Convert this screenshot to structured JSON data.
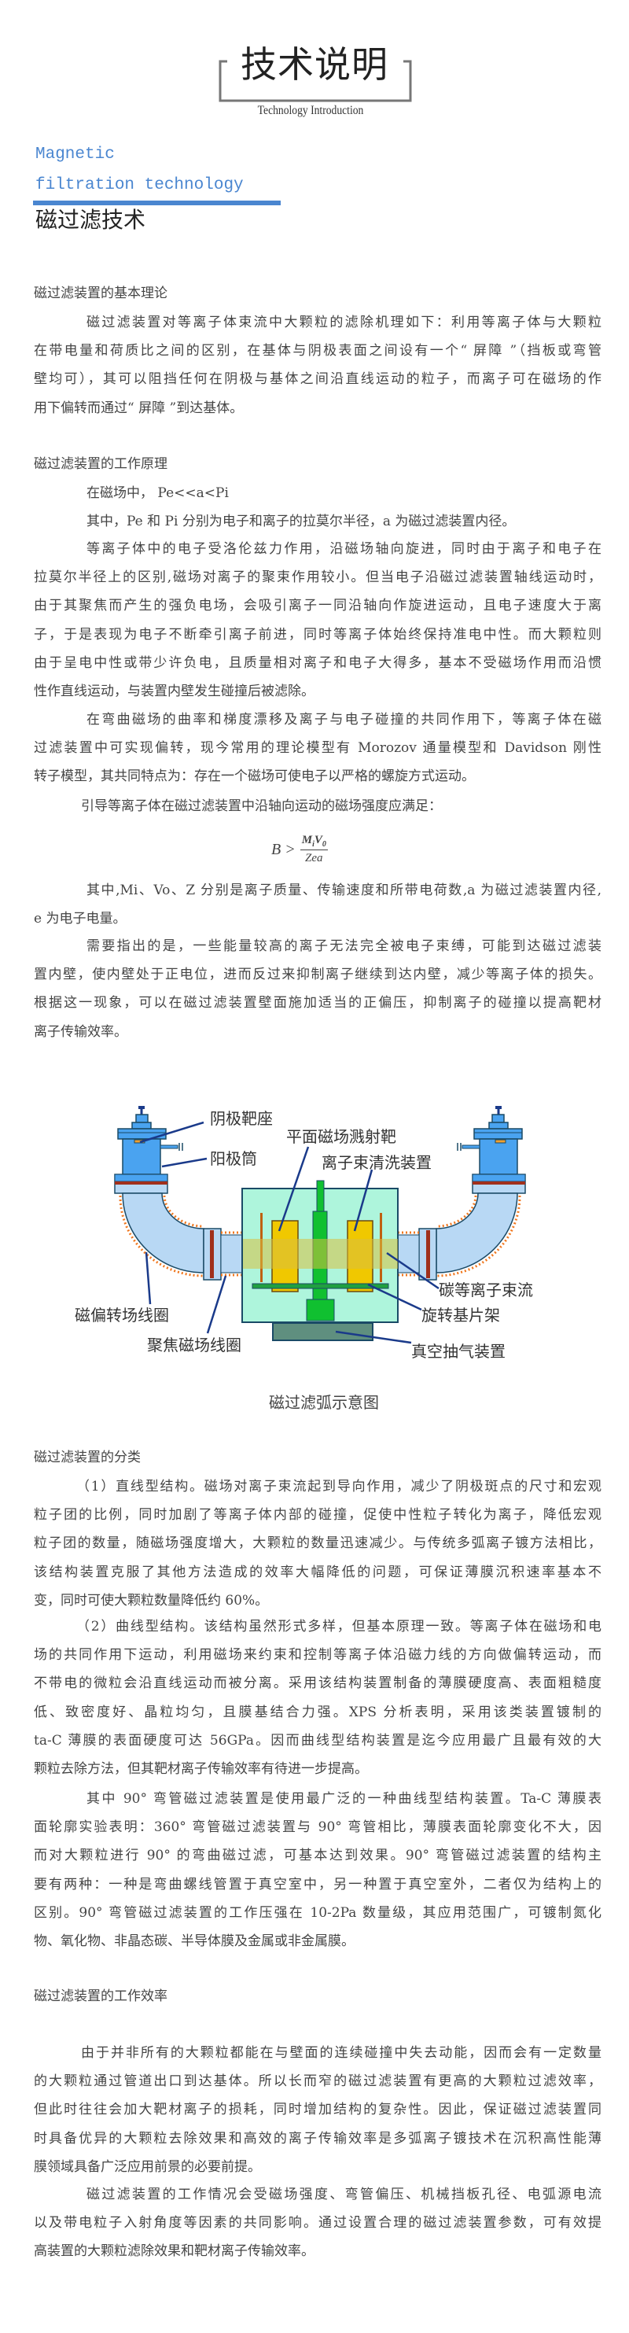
{
  "header": {
    "title": "技术说明",
    "subtitle": "Technology Introduction",
    "section_en_line1": "Magnetic",
    "section_en_line2": "filtration technology",
    "section_cn": "磁过滤技术",
    "accent_color": "#4a86d0"
  },
  "content": [
    {
      "type": "heading",
      "text": "磁过滤装置的基本理论"
    },
    {
      "type": "paragraph",
      "lines": [
        "磁过滤装置对等离子体束流中大颗粒的滤除机理如下：利用等离子体与大颗粒",
        "在带电量和荷质比之间的区别，在基体与阴极表面之间设有一个“ 屏障 ”（挡板或弯管",
        "壁均可），其可以阻挡任何在阴极与基体之间沿直线运动的粒子，而离子可在磁场的作",
        "用下偏转而通过“ 屏障 ”到达基体。"
      ]
    },
    {
      "type": "heading",
      "text": "磁过滤装置的工作原理"
    },
    {
      "type": "paragraph",
      "lines": [
        "在磁场中， Pe<<a<Pi"
      ]
    },
    {
      "type": "paragraph",
      "lines": [
        "其中，Pe 和 Pi 分别为电子和离子的拉莫尔半径，a 为磁过滤装置内径。"
      ]
    },
    {
      "type": "paragraph",
      "lines": [
        "等离子体中的电子受洛伦兹力作用，沿磁场轴向旋进，同时由于离子和电子在",
        "拉莫尔半径上的区别,磁场对离子的聚束作用较小。但当电子沿磁过滤装置轴线运动时，",
        "由于其聚焦而产生的强负电场，会吸引离子一同沿轴向作旋进运动，且电子速度大于离",
        "子，于是表现为电子不断牵引离子前进，同时等离子体始终保持准电中性。而大颗粒则",
        "由于呈电中性或带少许负电，且质量相对离子和电子大得多，基本不受磁场作用而沿惯",
        "性作直线运动，与装置内壁发生碰撞后被滤除。"
      ]
    },
    {
      "type": "paragraph",
      "lines": [
        "在弯曲磁场的曲率和梯度漂移及离子与电子碰撞的共同作用下，等离子体在磁",
        "过滤装置中可实现偏转，现今常用的理论模型有 Morozov 通量模型和 Davidson 刚性",
        "转子模型，其共同特点为：存在一个磁场可使电子以严格的螺旋方式运动。"
      ]
    },
    {
      "type": "paragraph",
      "lines": [
        "引导等离子体在磁过滤装置中沿轴向运动的磁场强度应满足："
      ]
    },
    {
      "type": "paragraph",
      "lines": [
        "其中,Mi、Vo、Z 分别是离子质量、传输速度和所带电荷数,a 为磁过滤装置内径,",
        "e 为电子电量。"
      ]
    },
    {
      "type": "paragraph",
      "lines": [
        "需要指出的是，一些能量较高的离子无法完全被电子束缚，可能到达磁过滤装",
        "置内壁，使内壁处于正电位，进而反过来抑制离子继续到达内壁，减少等离子体的损失。",
        "根据这一现象，可以在磁过滤装置壁面施加适当的正偏压，抑制离子的碰撞以提高靶材",
        "离子传输效率。"
      ]
    },
    {
      "type": "heading",
      "text": "磁过滤装置的分类"
    },
    {
      "type": "paragraph",
      "lines": [
        "（1）直线型结构。磁场对离子束流起到导向作用，减少了阴极斑点的尺寸和宏观",
        "粒子团的比例，同时加剧了等离子体内部的碰撞，促使中性粒子转化为离子，降低宏观",
        "粒子团的数量，随磁场强度增大，大颗粒的数量迅速减少。与传统多弧离子镀方法相比，",
        "该结构装置克服了其他方法造成的效率大幅降低的问题，可保证薄膜沉积速率基本不",
        "变，同时可使大颗粒数量降低约 60%。"
      ]
    },
    {
      "type": "paragraph",
      "lines": [
        "（2）曲线型结构。该结构虽然形式多样，但基本原理一致。等离子体在磁场和电",
        "场的共同作用下运动，利用磁场来约束和控制等离子体沿磁力线的方向做偏转运动，而",
        "不带电的微粒会沿直线运动而被分离。采用该结构装置制备的薄膜硬度高、表面粗糙度",
        "低、致密度好、晶粒均匀，且膜基结合力强。XPS 分析表明，采用该类装置镀制的",
        "ta-C 薄膜的表面硬度可达 56GPa。因而曲线型结构装置是迄今应用最广且最有效的大",
        "颗粒去除方法，但其靶材离子传输效率有待进一步提高。"
      ]
    },
    {
      "type": "paragraph",
      "lines": [
        "其中 90° 弯管磁过滤装置是使用最广泛的一种曲线型结构装置。Ta-C 薄膜表",
        "面轮廓实验表明：360° 弯管磁过滤装置与 90° 弯管相比，薄膜表面轮廓变化不大，因",
        "而对大颗粒进行 90° 的弯曲磁过滤，可基本达到效果。90° 弯管磁过滤装置的结构主",
        "要有两种：一种是弯曲螺线管置于真空室中，另一种置于真空室外，二者仅为结构上的",
        "区别。90° 弯管磁过滤装置的工作压强在 10-2Pa 数量级，其应用范围广，可镀制氮化",
        "物、氧化物、非晶态碳、半导体膜及金属或非金属膜。"
      ]
    },
    {
      "type": "heading",
      "text": "磁过滤装置的工作效率"
    },
    {
      "type": "paragraph",
      "lines": [
        "由于并非所有的大颗粒都能在与壁面的连续碰撞中失去动能，因而会有一定数量",
        "的大颗粒通过管道出口到达基体。所以长而窄的磁过滤装置有更高的大颗粒过滤效率，",
        "但此时往往会加大靶材离子的损耗，同时增加结构的复杂性。因此，保证磁过滤装置同",
        "时具备优异的大颗粒去除效果和高效的离子传输效率是多弧离子镀技术在沉积高性能薄",
        "膜领域具备广泛应用前景的必要前提。"
      ]
    },
    {
      "type": "paragraph",
      "lines": [
        "磁过滤装置的工作情况会受磁场强度、弯管偏压、机械挡板孔径、电弧源电流",
        "以及带电粒子入射角度等因素的共同影响。通过设置合理的磁过滤装置参数，可有效提",
        "高装置的大颗粒滤除效果和靶材离子传输效率。"
      ]
    }
  ],
  "formula": {
    "lhs": "B",
    "op": ">",
    "num_m": "M",
    "num_i": "i",
    "num_v": "V",
    "num_0": "0",
    "den": "Zea"
  },
  "figure": {
    "caption": "磁过滤弧示意图",
    "labels": {
      "cathode_target_seat": "阴极靶座",
      "anode_tube": "阳极筒",
      "planar_sputter_target": "平面磁场溅射靶",
      "ion_beam_cleaner": "离子束清洗装置",
      "carbon_plasma_beam": "碳等离子束流",
      "deflection_coil": "磁偏转场线圈",
      "rotating_holder": "旋转基片架",
      "focusing_coil": "聚焦磁场线圈",
      "vacuum_pump": "真空抽气装置"
    }
  }
}
